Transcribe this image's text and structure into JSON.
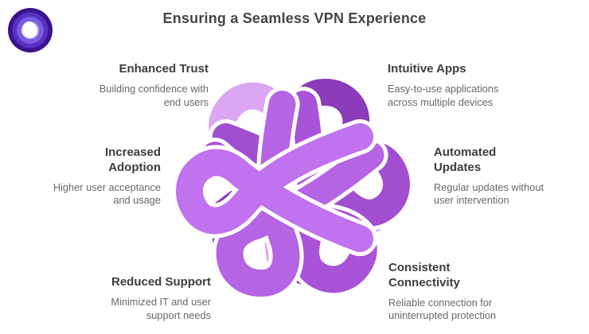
{
  "header": {
    "title": "Ensuring a Seamless VPN Experience"
  },
  "logo": {
    "rings": [
      "#3a138f",
      "#5632c3",
      "#7a5ce2",
      "#a18ff3"
    ],
    "mark_color": "#ffffff"
  },
  "knot": {
    "strands": [
      {
        "position": "top-left",
        "color": "#dda6f3"
      },
      {
        "position": "top-right",
        "color": "#8c3bba"
      },
      {
        "position": "right",
        "color": "#a24ed1"
      },
      {
        "position": "bottom-right",
        "color": "#a954d8"
      },
      {
        "position": "bottom-left",
        "color": "#b564e4"
      },
      {
        "position": "left",
        "color": "#c172ee"
      }
    ]
  },
  "items": [
    {
      "heading": "Enhanced Trust",
      "description": "Building confidence with\nend users"
    },
    {
      "heading": "Intuitive Apps",
      "description": "Easy-to-use applications\nacross multiple devices"
    },
    {
      "heading": "Increased\nAdoption",
      "description": "Higher user acceptance\nand usage"
    },
    {
      "heading": "Automated\nUpdates",
      "description": "Regular updates without\nuser intervention"
    },
    {
      "heading": "Reduced Support",
      "description": "Minimized IT and user\nsupport needs"
    },
    {
      "heading": "Consistent\nConnectivity",
      "description": "Reliable connection for\nuninterrupted protection"
    }
  ]
}
